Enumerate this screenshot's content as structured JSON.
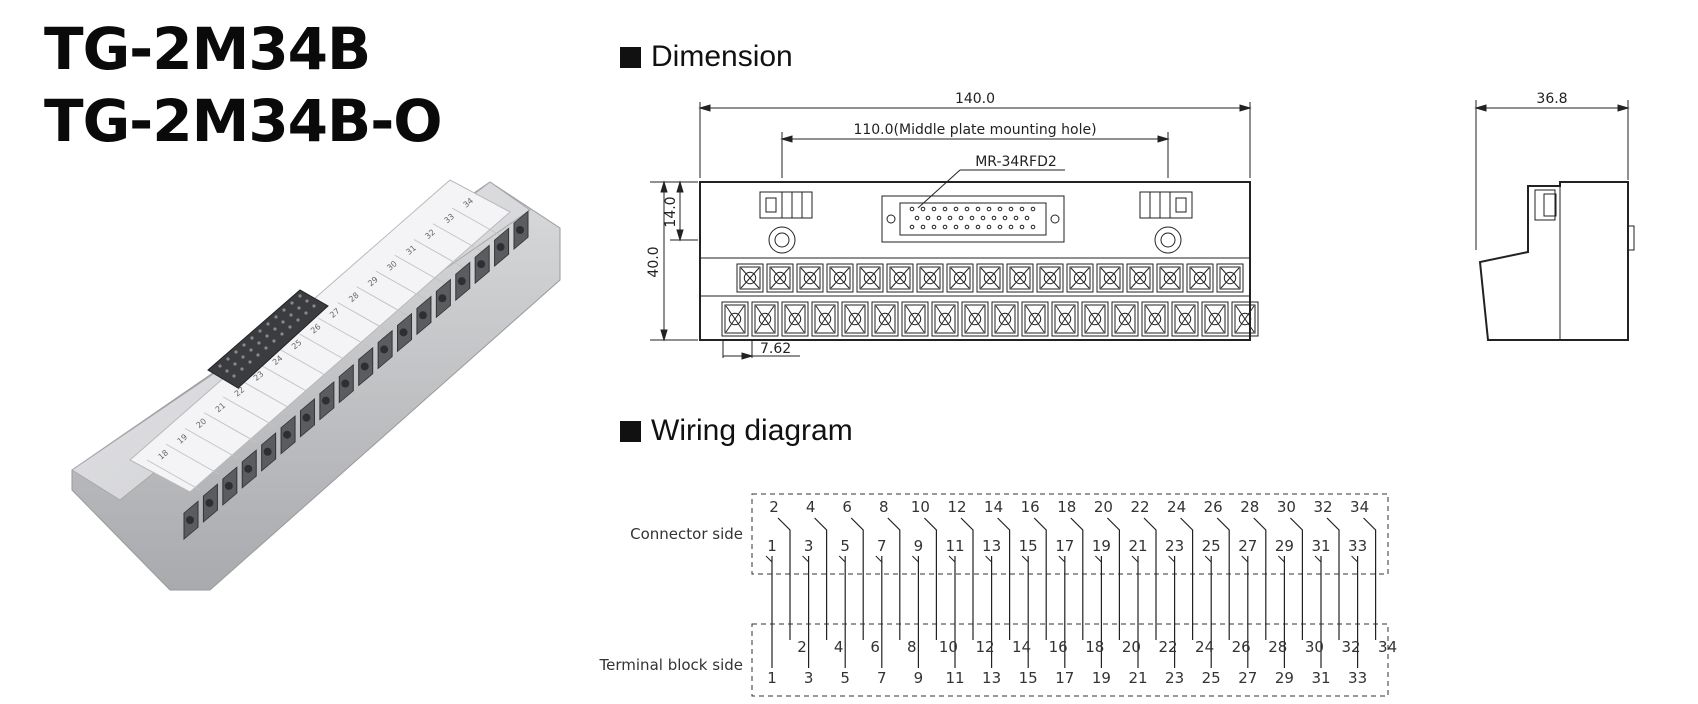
{
  "titles": [
    "TG-2M34B",
    "TG-2M34B-O"
  ],
  "sections": {
    "dimension": "Dimension",
    "wiring": "Wiring diagram"
  },
  "dimension": {
    "overall_width": "140.0",
    "mounting_hole": "110.0",
    "mounting_hole_note": "(Middle plate mounting hole)",
    "connector_model": "MR-34RFD2",
    "height": "40.0",
    "connector_height": "14.0",
    "pitch": "7.62",
    "depth": "36.8"
  },
  "wiring": {
    "connector_side_label": "Connector side",
    "terminal_side_label": "Terminal block side",
    "connector_top_row": [
      "2",
      "4",
      "6",
      "8",
      "10",
      "12",
      "14",
      "16",
      "18",
      "20",
      "22",
      "24",
      "26",
      "28",
      "30",
      "32",
      "34"
    ],
    "connector_bottom_row": [
      "1",
      "3",
      "5",
      "7",
      "9",
      "11",
      "13",
      "15",
      "17",
      "19",
      "21",
      "23",
      "25",
      "27",
      "29",
      "31",
      "33"
    ],
    "terminal_top_row": [
      "2",
      "4",
      "6",
      "8",
      "10",
      "12",
      "14",
      "16",
      "18",
      "20",
      "22",
      "24",
      "26",
      "28",
      "30",
      "32",
      "34"
    ],
    "terminal_bottom_row": [
      "1",
      "3",
      "5",
      "7",
      "9",
      "11",
      "13",
      "15",
      "17",
      "19",
      "21",
      "23",
      "25",
      "27",
      "29",
      "31",
      "33"
    ]
  },
  "product_photo": {
    "label_numbers": [
      "18",
      "19",
      "20",
      "21",
      "22",
      "23",
      "24",
      "25",
      "26",
      "27",
      "28",
      "29",
      "30",
      "31",
      "32",
      "33",
      "34"
    ]
  }
}
